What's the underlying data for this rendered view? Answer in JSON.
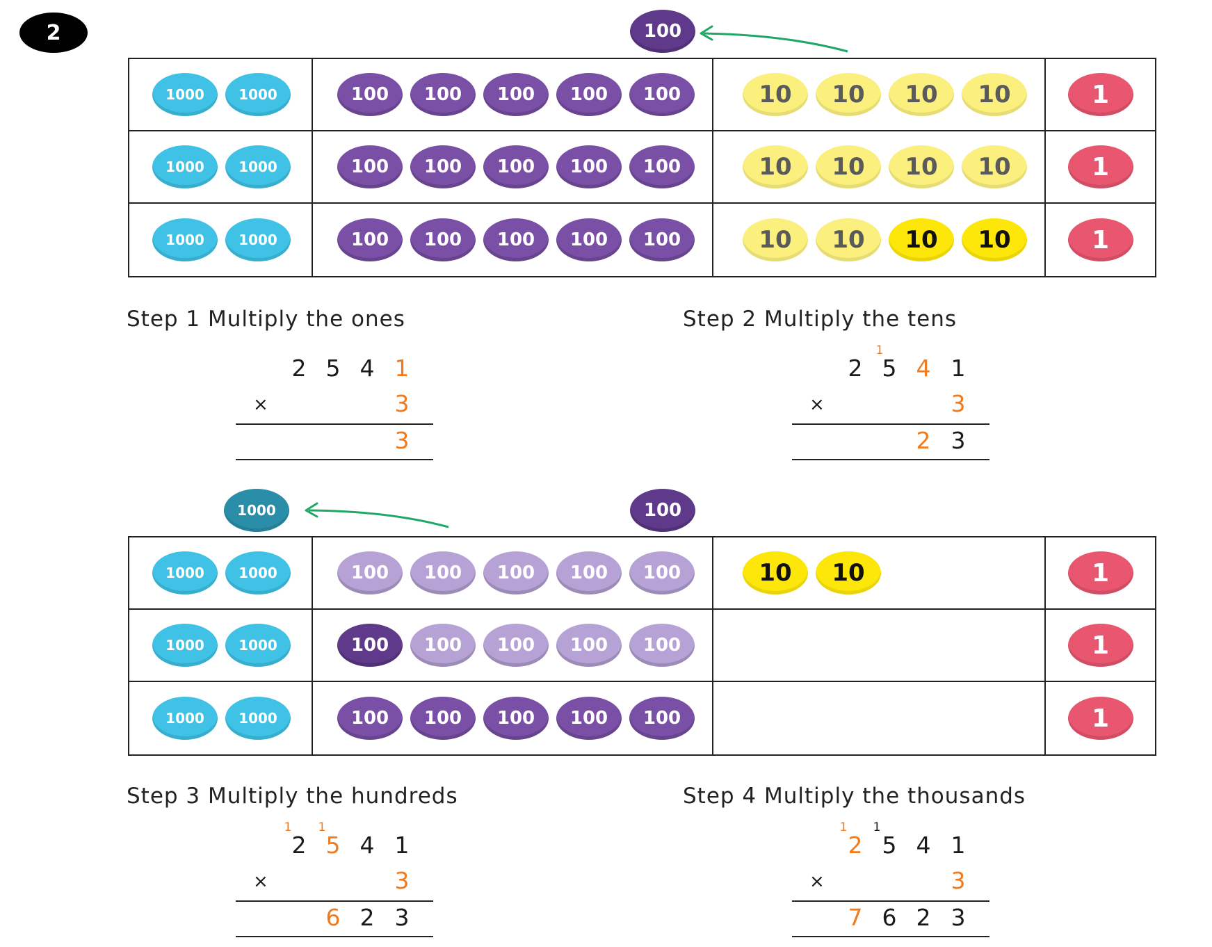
{
  "question_number": "2",
  "colors": {
    "thousands": "#3fc2e6",
    "hundreds": "#7a4fa6",
    "tens": "#fbef7e",
    "ones": "#e8566f",
    "highlight": "#f07a1e",
    "arrow": "#1fa865"
  },
  "top_diagram": {
    "exchanged_counter": "100",
    "rows": [
      {
        "thousands": [
          "1000",
          "1000"
        ],
        "hundreds": [
          "100",
          "100",
          "100",
          "100",
          "100"
        ],
        "tens": [
          "10",
          "10",
          "10",
          "10"
        ],
        "ones": [
          "1"
        ]
      },
      {
        "thousands": [
          "1000",
          "1000"
        ],
        "hundreds": [
          "100",
          "100",
          "100",
          "100",
          "100"
        ],
        "tens": [
          "10",
          "10",
          "10",
          "10"
        ],
        "ones": [
          "1"
        ]
      },
      {
        "thousands": [
          "1000",
          "1000"
        ],
        "hundreds": [
          "100",
          "100",
          "100",
          "100",
          "100"
        ],
        "tens": [
          "10",
          "10",
          "10",
          "10"
        ],
        "ones": [
          "1"
        ]
      }
    ]
  },
  "bottom_diagram": {
    "exchanged_thousand": "1000",
    "leftover_hundred": "100",
    "rows": [
      {
        "thousands": [
          "1000",
          "1000"
        ],
        "hundreds": [
          "100",
          "100",
          "100",
          "100",
          "100"
        ],
        "tens": [
          "10",
          "10"
        ],
        "ones": [
          "1"
        ]
      },
      {
        "thousands": [
          "1000",
          "1000"
        ],
        "hundreds": [
          "100",
          "100",
          "100",
          "100",
          "100"
        ],
        "tens": [],
        "ones": [
          "1"
        ]
      },
      {
        "thousands": [
          "1000",
          "1000"
        ],
        "hundreds": [
          "100",
          "100",
          "100",
          "100",
          "100"
        ],
        "tens": [],
        "ones": [
          "1"
        ]
      }
    ]
  },
  "steps": [
    {
      "title": "Step 1  Multiply the ones",
      "top": [
        "2",
        "5",
        "4",
        "1"
      ],
      "carries": [
        "",
        "",
        "",
        ""
      ],
      "multiplier": "3",
      "times": "×",
      "result": [
        "",
        "",
        "",
        "3"
      ]
    },
    {
      "title": "Step 2  Multiply the tens",
      "top": [
        "2",
        "5",
        "4",
        "1"
      ],
      "carries": [
        "",
        "1",
        "",
        ""
      ],
      "multiplier": "3",
      "times": "×",
      "result": [
        "",
        "",
        "2",
        "3"
      ]
    },
    {
      "title": "Step 3  Multiply the hundreds",
      "top": [
        "2",
        "5",
        "4",
        "1"
      ],
      "carries": [
        "1",
        "1",
        "",
        ""
      ],
      "multiplier": "3",
      "times": "×",
      "result": [
        "",
        "6",
        "2",
        "3"
      ]
    },
    {
      "title": "Step 4  Multiply the thousands",
      "top": [
        "2",
        "5",
        "4",
        "1"
      ],
      "carries": [
        "1",
        "1",
        "",
        ""
      ],
      "multiplier": "3",
      "times": "×",
      "result": [
        "7",
        "6",
        "2",
        "3"
      ]
    }
  ]
}
